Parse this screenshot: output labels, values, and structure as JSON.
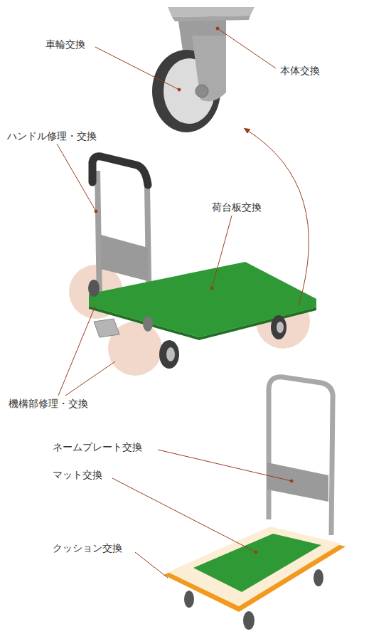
{
  "diagram": {
    "labels": [
      "車輪交換",
      "本体交換",
      "ハンドル修理・交換",
      "荷台板交換",
      "機構部修理・交換",
      "ネームプレート交換",
      "マット交換",
      "クッション交換"
    ]
  }
}
